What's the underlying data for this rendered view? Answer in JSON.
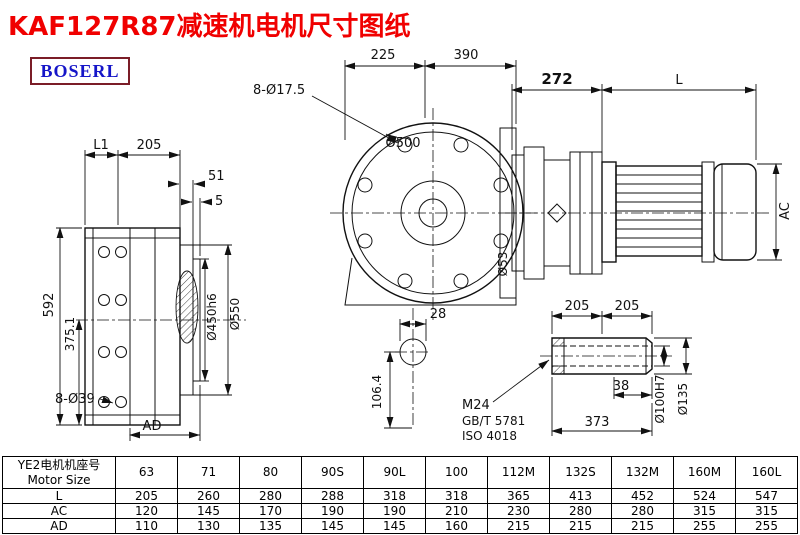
{
  "page": {
    "title": "KAF127R87减速机电机尺寸图纸",
    "brand": "BOSERL"
  },
  "drawing": {
    "side_view": {
      "dim_l1": "L1",
      "dim_205": "205",
      "dim_51": "51",
      "dim_5": "5",
      "dim_592": "592",
      "dim_375": "375.1",
      "dim_holes": "8-Ø39",
      "dim_ad": "AD",
      "dim_450": "Ø450h6",
      "dim_550": "Ø550"
    },
    "front_view": {
      "dim_225": "225",
      "dim_390": "390",
      "dim_holes": "8-Ø17.5",
      "dim_500": "Ø500",
      "dim_53": "Ø53",
      "dim_28": "28",
      "dim_106": "106.4"
    },
    "motor_view": {
      "dim_272": "272",
      "dim_l": "L",
      "dim_ac": "AC"
    },
    "shaft_detail": {
      "dim_205a": "205",
      "dim_205b": "205",
      "dim_38": "38",
      "dim_373": "373",
      "thread": "M24",
      "std1": "GB/T 5781",
      "std2": "ISO 4018",
      "dim_100": "Ø100H7",
      "dim_135": "Ø135"
    }
  },
  "table": {
    "header_cn": "YE2电机机座号",
    "header_en": "Motor Size",
    "cols": [
      "63",
      "71",
      "80",
      "90S",
      "90L",
      "100",
      "112M",
      "132S",
      "132M",
      "160M",
      "160L"
    ],
    "rows": {
      "L": {
        "label": "L",
        "values": [
          "205",
          "260",
          "280",
          "288",
          "318",
          "318",
          "365",
          "413",
          "452",
          "524",
          "547"
        ]
      },
      "AC": {
        "label": "AC",
        "values": [
          "120",
          "145",
          "170",
          "190",
          "190",
          "210",
          "230",
          "280",
          "280",
          "315",
          "315"
        ]
      },
      "AD": {
        "label": "AD",
        "values": [
          "110",
          "130",
          "135",
          "145",
          "145",
          "160",
          "215",
          "215",
          "215",
          "255",
          "255"
        ]
      }
    }
  }
}
